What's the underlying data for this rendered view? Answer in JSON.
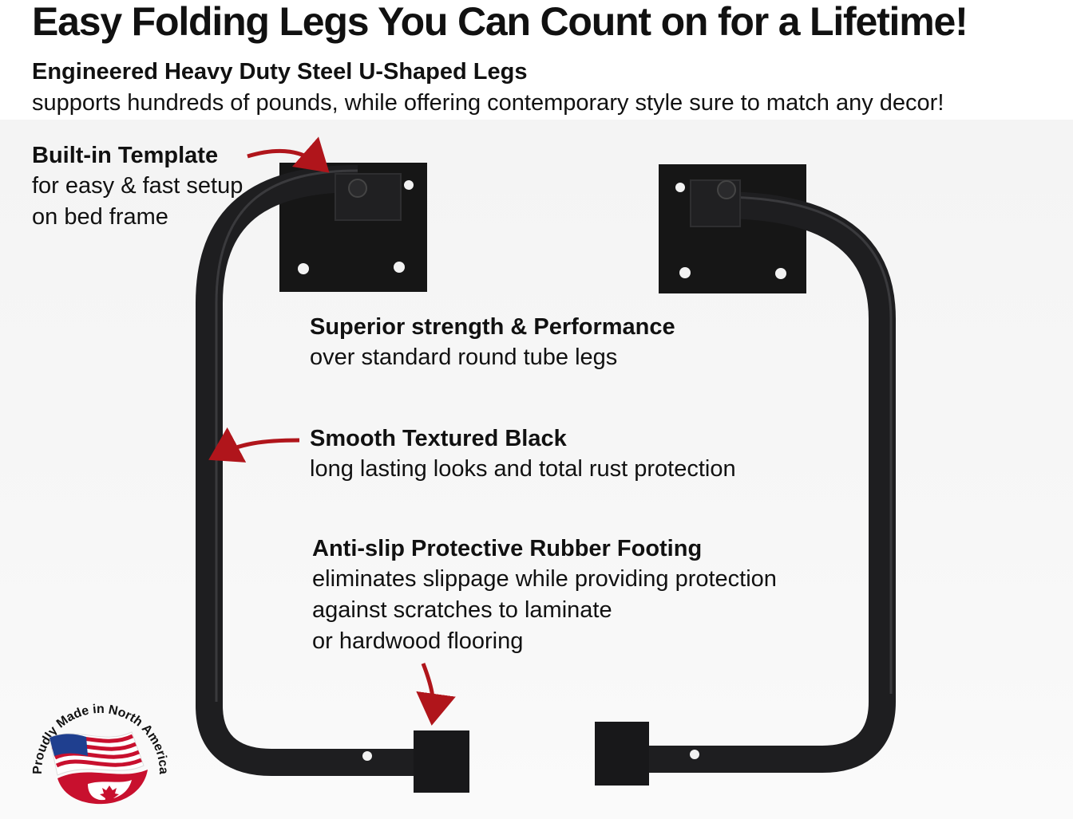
{
  "header": {
    "title": "Easy Folding Legs You Can Count on for a Lifetime!",
    "subtitle": "Engineered Heavy Duty Steel U-Shaped Legs",
    "tagline": "supports hundreds of pounds, while offering contemporary style sure to match any decor!"
  },
  "callouts": {
    "template": {
      "title": "Built-in Template",
      "lines": [
        "for easy & fast setup",
        "on bed frame"
      ]
    },
    "strength": {
      "title": "Superior strength & Performance",
      "lines": [
        "over standard round tube legs"
      ]
    },
    "finish": {
      "title": "Smooth Textured Black",
      "lines": [
        "long lasting looks and total rust protection"
      ]
    },
    "footing": {
      "title": "Anti-slip Protective Rubber Footing",
      "lines": [
        "eliminates slippage while providing protection",
        "against scratches to laminate",
        "or  hardwood flooring"
      ]
    }
  },
  "badge": {
    "text": "Proudly Made in North America"
  },
  "colors": {
    "arrow": "#b0151b",
    "steel": "#1c1c1e",
    "flag_red": "#c8102e",
    "flag_blue": "#1f3f8f"
  }
}
